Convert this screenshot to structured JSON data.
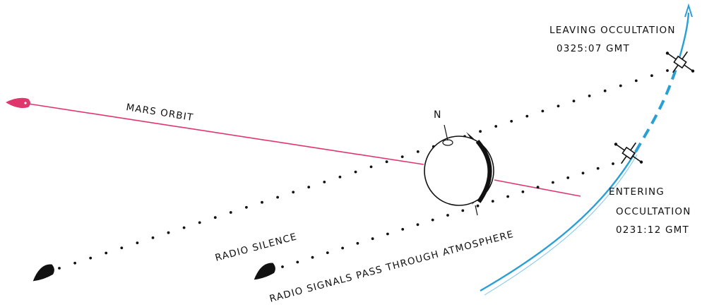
{
  "labels": {
    "mars_orbit": "MARS ORBIT",
    "north": "N",
    "leaving_line1": "LEAVING OCCULTATION",
    "leaving_line2": "0325:07 GMT",
    "entering_line1": "ENTERING",
    "entering_line2": "OCCULTATION",
    "entering_line3": "0231:12 GMT",
    "radio_silence": "RADIO SILENCE",
    "radio_signals": "RADIO SIGNALS PASS THROUGH ATMOSPHERE"
  },
  "colors": {
    "mars_orbit_line": "#e0366e",
    "spacecraft_path": "#2a9fd6",
    "ink": "#111111"
  },
  "icons": {
    "mars_arrow": "comet-arrow-icon",
    "earth_markers": "comet-icon",
    "spacecraft": "spacecraft-icon",
    "planet": "mars-planet-icon"
  }
}
